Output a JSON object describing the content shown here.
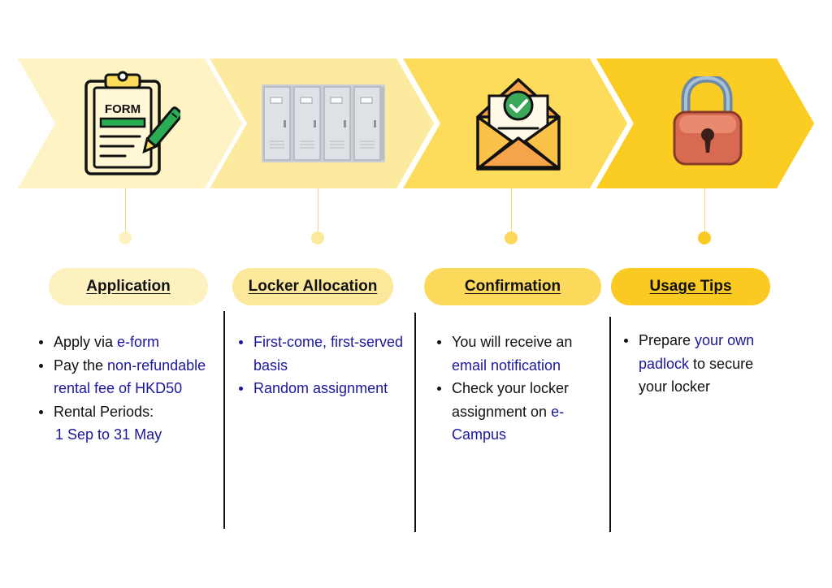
{
  "colors": {
    "arrow_1": "#fdf3c4",
    "arrow_2": "#fcea9f",
    "arrow_3": "#fcdc5a",
    "arrow_4": "#fbcc22",
    "pill_1": "#fdf1c0",
    "pill_2": "#fce89a",
    "pill_3": "#fcd95a",
    "pill_4": "#fbca22",
    "highlight_text": "#1b179c"
  },
  "steps": [
    {
      "icon": "form-clipboard-icon",
      "icon_text": "FORM",
      "title": "Application",
      "bullets": [
        {
          "parts": [
            "Apply via ",
            "e-form"
          ]
        },
        {
          "parts": [
            "Pay the ",
            "non-refundable rental fee of HKD50"
          ]
        },
        {
          "parts": [
            "Rental Periods:",
            "1 Sep to 31 May"
          ]
        }
      ]
    },
    {
      "icon": "lockers-icon",
      "title": "Locker Allocation",
      "bullets": [
        {
          "parts": [
            "First-come, first-served basis"
          ]
        },
        {
          "parts": [
            "Random assignment"
          ]
        }
      ]
    },
    {
      "icon": "email-check-icon",
      "title": "Confirmation",
      "bullets": [
        {
          "parts": [
            "You will receive an ",
            "email notification"
          ]
        },
        {
          "parts": [
            "Check your locker assignment on ",
            "e-Campus"
          ]
        }
      ]
    },
    {
      "icon": "padlock-icon",
      "title": "Usage Tips",
      "bullets": [
        {
          "parts": [
            "Prepare ",
            "your own padlock",
            " to secure your locker"
          ]
        }
      ]
    }
  ]
}
